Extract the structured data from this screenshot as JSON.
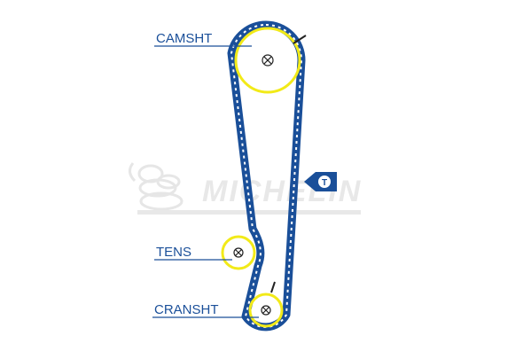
{
  "diagram": {
    "labels": {
      "camshaft": "CAMSHT",
      "tensioner": "TENS",
      "crankshaft": "CRANSHT"
    },
    "tensioner_badge": "T",
    "watermark": "MICHELIN"
  },
  "colors": {
    "belt": "#1a4f99",
    "belt_teeth": "#ffffff",
    "pulley_ring": "#f2ea18",
    "label_text": "#1a4f99",
    "leader_line": "#1a4f99",
    "watermark": "#e8e8e8",
    "pulley_center": "#222222"
  },
  "icons": {
    "pulley_center": "circle-x-icon",
    "tensioner_arrow": "pointer-badge-icon",
    "watermark_logo": "michelin-man-logo"
  }
}
